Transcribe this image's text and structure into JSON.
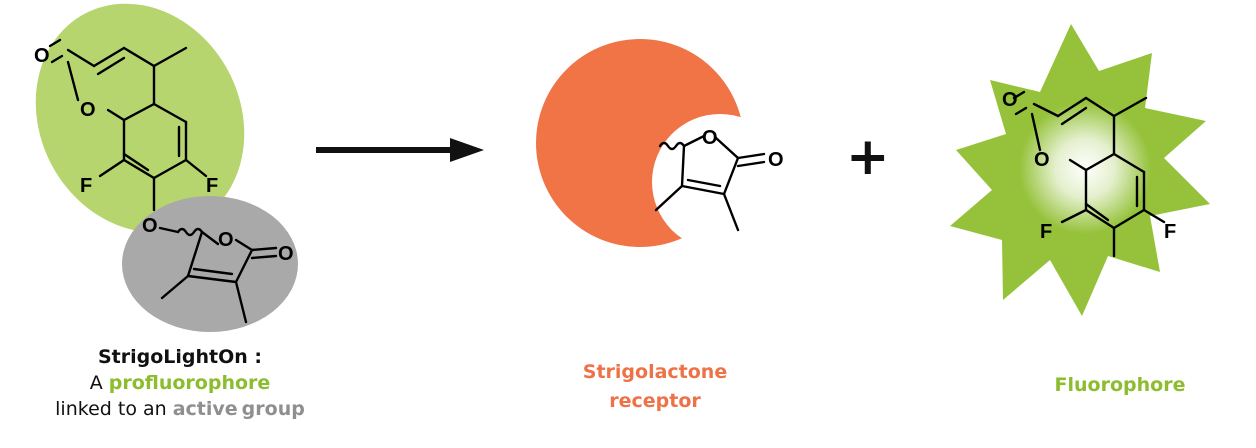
{
  "colors": {
    "profluorophore_blob": "#b6d56f",
    "active_group_blob": "#a9a9a9",
    "receptor": "#f07446",
    "fluorophore_burst": "#95c23a",
    "caption_green": "#8cbd2e",
    "caption_grey": "#8f8f8f",
    "caption_orange": "#ee7247",
    "bond": "#000000"
  },
  "captions": {
    "left": {
      "title": "StrigoLightOn :",
      "line2_prefix": "A",
      "line2_highlight": "profluorophore",
      "line3_prefix": "linked to an",
      "line3_highlight_1": "active",
      "line3_highlight_2": "group"
    },
    "middle": {
      "line1": "Strigolactone",
      "line2": "receptor"
    },
    "right": {
      "line1": "Fluorophore"
    }
  },
  "plus_sign": "+",
  "atoms": {
    "left_O_carbonyl": "O",
    "left_O_ring": "O",
    "left_F_1": "F",
    "left_F_2": "F",
    "left_O_link": "O",
    "left_O_furanone": "O",
    "left_O_furanone_carbonyl": "O",
    "mid_O_furanone": "O",
    "mid_O_carbonyl": "O",
    "right_O_carbonyl": "O",
    "right_O_ring": "O",
    "right_F_1": "F",
    "right_F_2": "F"
  }
}
